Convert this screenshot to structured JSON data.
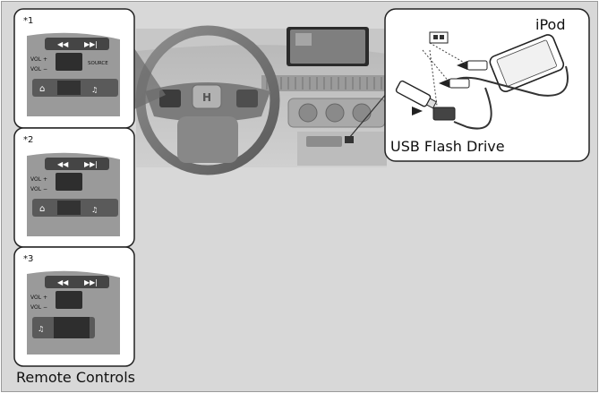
{
  "panel_labels": [
    "*1",
    "*2",
    "*3"
  ],
  "controls": {
    "vol_up": "VOL +",
    "vol_down": "VOL −",
    "source": "SOURCE"
  },
  "labels": {
    "ipod": "iPod",
    "usb_flash_drive": "USB Flash Drive",
    "remote_controls": "Remote Controls"
  },
  "icons": [
    "seek-back-icon",
    "seek-forward-icon",
    "home-icon",
    "voice-icon",
    "usb-port-icon",
    "arrow-icon"
  ]
}
